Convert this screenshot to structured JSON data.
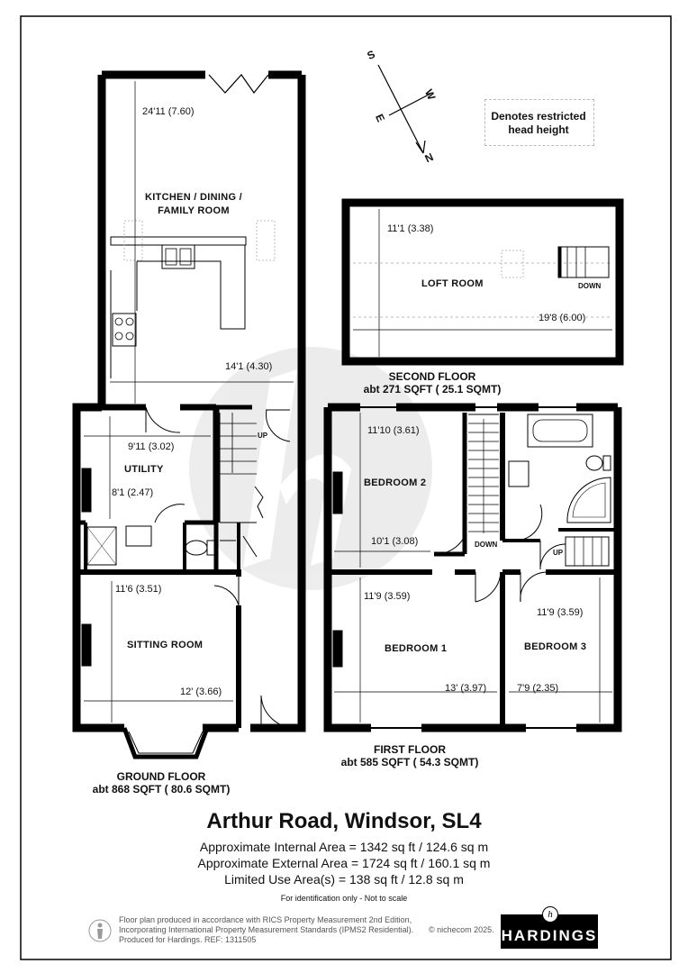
{
  "compass": {
    "s": "S",
    "w": "W",
    "e": "E",
    "n": "N"
  },
  "legend": {
    "restricted_line1": "Denotes restricted",
    "restricted_line2": "head height"
  },
  "ground_floor": {
    "kitchen_line1": "KITCHEN / DINING /",
    "kitchen_line2": "FAMILY ROOM",
    "kitchen_len": "24'11 (7.60)",
    "kitchen_wid": "14'1 (4.30)",
    "utility": "UTILITY",
    "utility_wid": "9'11 (3.02)",
    "utility_len": "8'1 (2.47)",
    "sitting": "SITTING ROOM",
    "sitting_len": "11'6 (3.51)",
    "sitting_wid": "12' (3.66)",
    "up": "UP",
    "label_line1": "GROUND FLOOR",
    "label_line2": "abt 868 SQFT ( 80.6 SQMT)"
  },
  "second_floor": {
    "loft": "LOFT ROOM",
    "loft_len": "11'1 (3.38)",
    "loft_wid": "19'8 (6.00)",
    "down": "DOWN",
    "label_line1": "SECOND FLOOR",
    "label_line2": "abt 271 SQFT ( 25.1 SQMT)"
  },
  "first_floor": {
    "bed2": "BEDROOM 2",
    "bed2_len": "11'10 (3.61)",
    "bed2_wid": "10'1 (3.08)",
    "bed1": "BEDROOM 1",
    "bed1_len": "11'9 (3.59)",
    "bed1_wid": "13' (3.97)",
    "bed3": "BEDROOM 3",
    "bed3_len": "11'9 (3.59)",
    "bed3_wid": "7'9 (2.35)",
    "down": "DOWN",
    "up": "UP",
    "label_line1": "FIRST FLOOR",
    "label_line2": "abt 585 SQFT ( 54.3 SQMT)"
  },
  "title": "Arthur Road, Windsor, SL4",
  "areas": {
    "internal": "Approximate Internal Area = 1342 sq ft / 124.6 sq m",
    "external": "Approximate External Area = 1724 sq ft / 160.1 sq m",
    "limited": "Limited Use Area(s) = 138 sq ft / 12.8 sq m"
  },
  "disclaimer": "For identification only - Not to scale",
  "footer": {
    "line1": "Floor plan produced in accordance with RICS Property Measurement 2nd Edition,",
    "line2": "Incorporating International Property Measurement Standards (IPMS2 Residential).",
    "line3": "Produced for Hardings.   REF:   1311505",
    "copyright": "© nichecom 2025."
  },
  "brand": {
    "name": "HARDINGS",
    "mark": "h"
  }
}
